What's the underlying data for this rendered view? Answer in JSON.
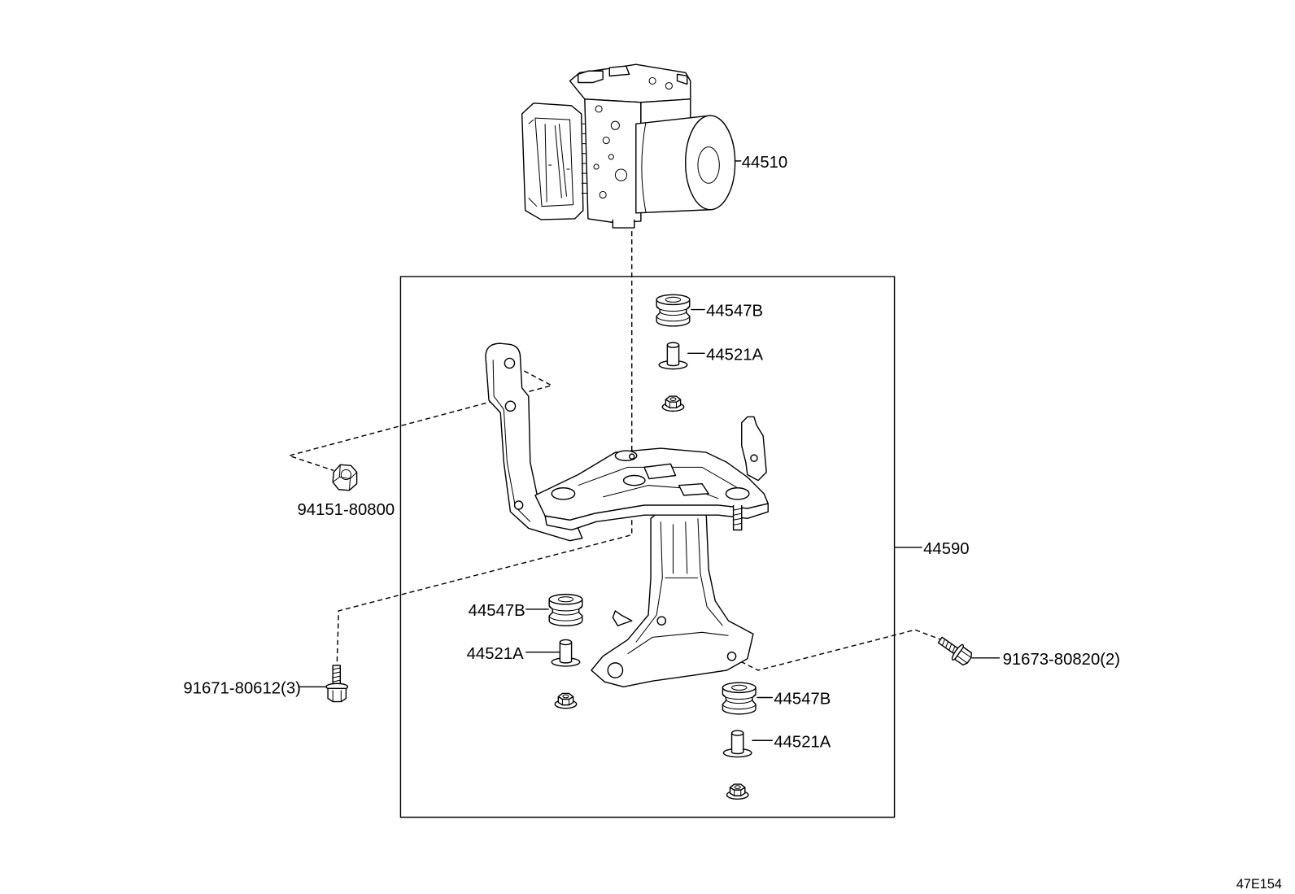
{
  "callouts": {
    "actuator": "44510",
    "bracket_assembly": "44590",
    "grommet_upper": "44547B",
    "collar_upper": "44521A",
    "grommet_left": "44547B",
    "collar_left": "44521A",
    "grommet_lower": "44547B",
    "collar_lower": "44521A",
    "nut": "94151-80800",
    "bolt_left": "91671-80612(3)",
    "bolt_right": "91673-80820(2)"
  },
  "illustration_code": "47E154",
  "colors": {
    "ink": "#000000",
    "paper": "#ffffff"
  }
}
